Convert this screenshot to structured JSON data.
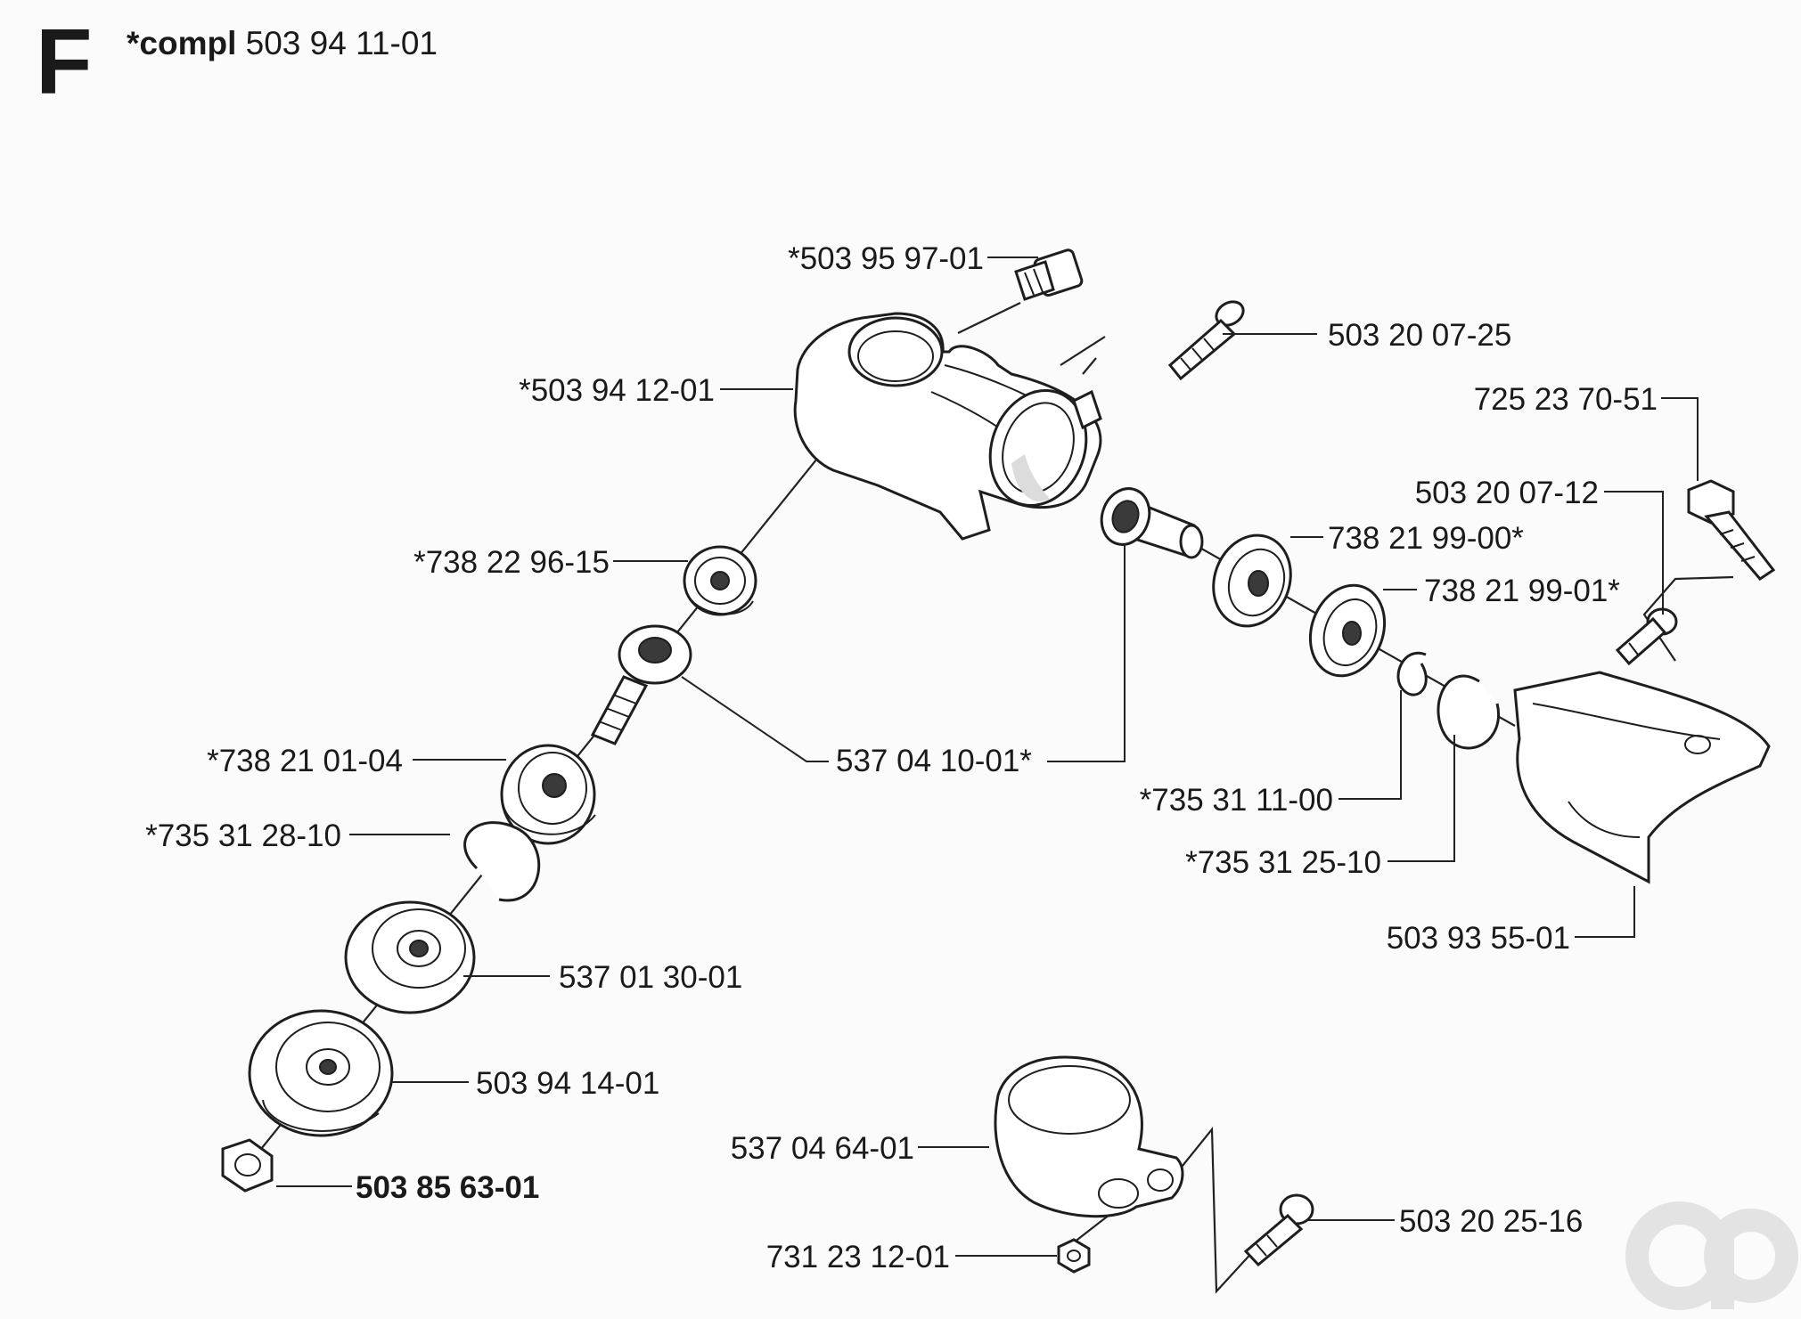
{
  "header": {
    "section_letter": "F",
    "compl_prefix": "*compl",
    "compl_number": "503 94 11-01"
  },
  "parts": [
    {
      "id": "p01",
      "label": "*503 95 97-01"
    },
    {
      "id": "p02",
      "label": "503 20 07-25"
    },
    {
      "id": "p03",
      "label": "*503 94 12-01"
    },
    {
      "id": "p04",
      "label": "725 23 70-51"
    },
    {
      "id": "p05",
      "label": "503 20 07-12"
    },
    {
      "id": "p06",
      "label": "738 21 99-00*"
    },
    {
      "id": "p07",
      "label": "*738 22 96-15"
    },
    {
      "id": "p08",
      "label": "738 21 99-01*"
    },
    {
      "id": "p09",
      "label": "*738 21 01-04"
    },
    {
      "id": "p10",
      "label": "537 04 10-01*"
    },
    {
      "id": "p11",
      "label": "*735 31 11-00"
    },
    {
      "id": "p12",
      "label": "*735 31 28-10"
    },
    {
      "id": "p13",
      "label": "*735 31 25-10"
    },
    {
      "id": "p14",
      "label": "503 93 55-01"
    },
    {
      "id": "p15",
      "label": "537 01 30-01"
    },
    {
      "id": "p16",
      "label": "503 94 14-01"
    },
    {
      "id": "p17",
      "label": "537 04 64-01"
    },
    {
      "id": "p18",
      "label": "503 85 63-01",
      "bold": true
    },
    {
      "id": "p19",
      "label": "503 20 25-16"
    },
    {
      "id": "p20",
      "label": "731 23 12-01"
    }
  ]
}
